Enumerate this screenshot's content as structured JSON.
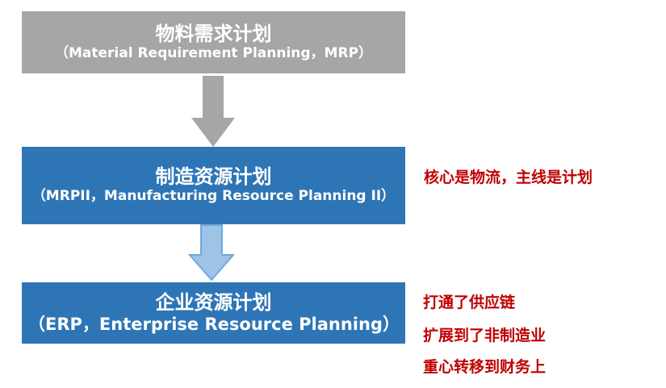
{
  "colors": {
    "mrp_box": "#a6a6a6",
    "mrpii_box": "#2e75b6",
    "erp_box": "#2e75b6",
    "gray_arrow": "#a6a6a6",
    "light_blue_arrow": "#9dc3e6",
    "note_text": "#c00000"
  },
  "stages": [
    {
      "title": "物料需求计划",
      "subtitle": "（Material Requirement Planning，MRP）"
    },
    {
      "title": "制造资源计划",
      "subtitle": "（MRPII，Manufacturing Resource Planning II）"
    },
    {
      "title": "企业资源计划",
      "subtitle": "（ERP，Enterprise Resource Planning）"
    }
  ],
  "notes": {
    "mrpii": "核心是物流，主线是计划",
    "erp": [
      "打通了供应链",
      "扩展到了非制造业",
      "重心转移到财务上"
    ]
  }
}
